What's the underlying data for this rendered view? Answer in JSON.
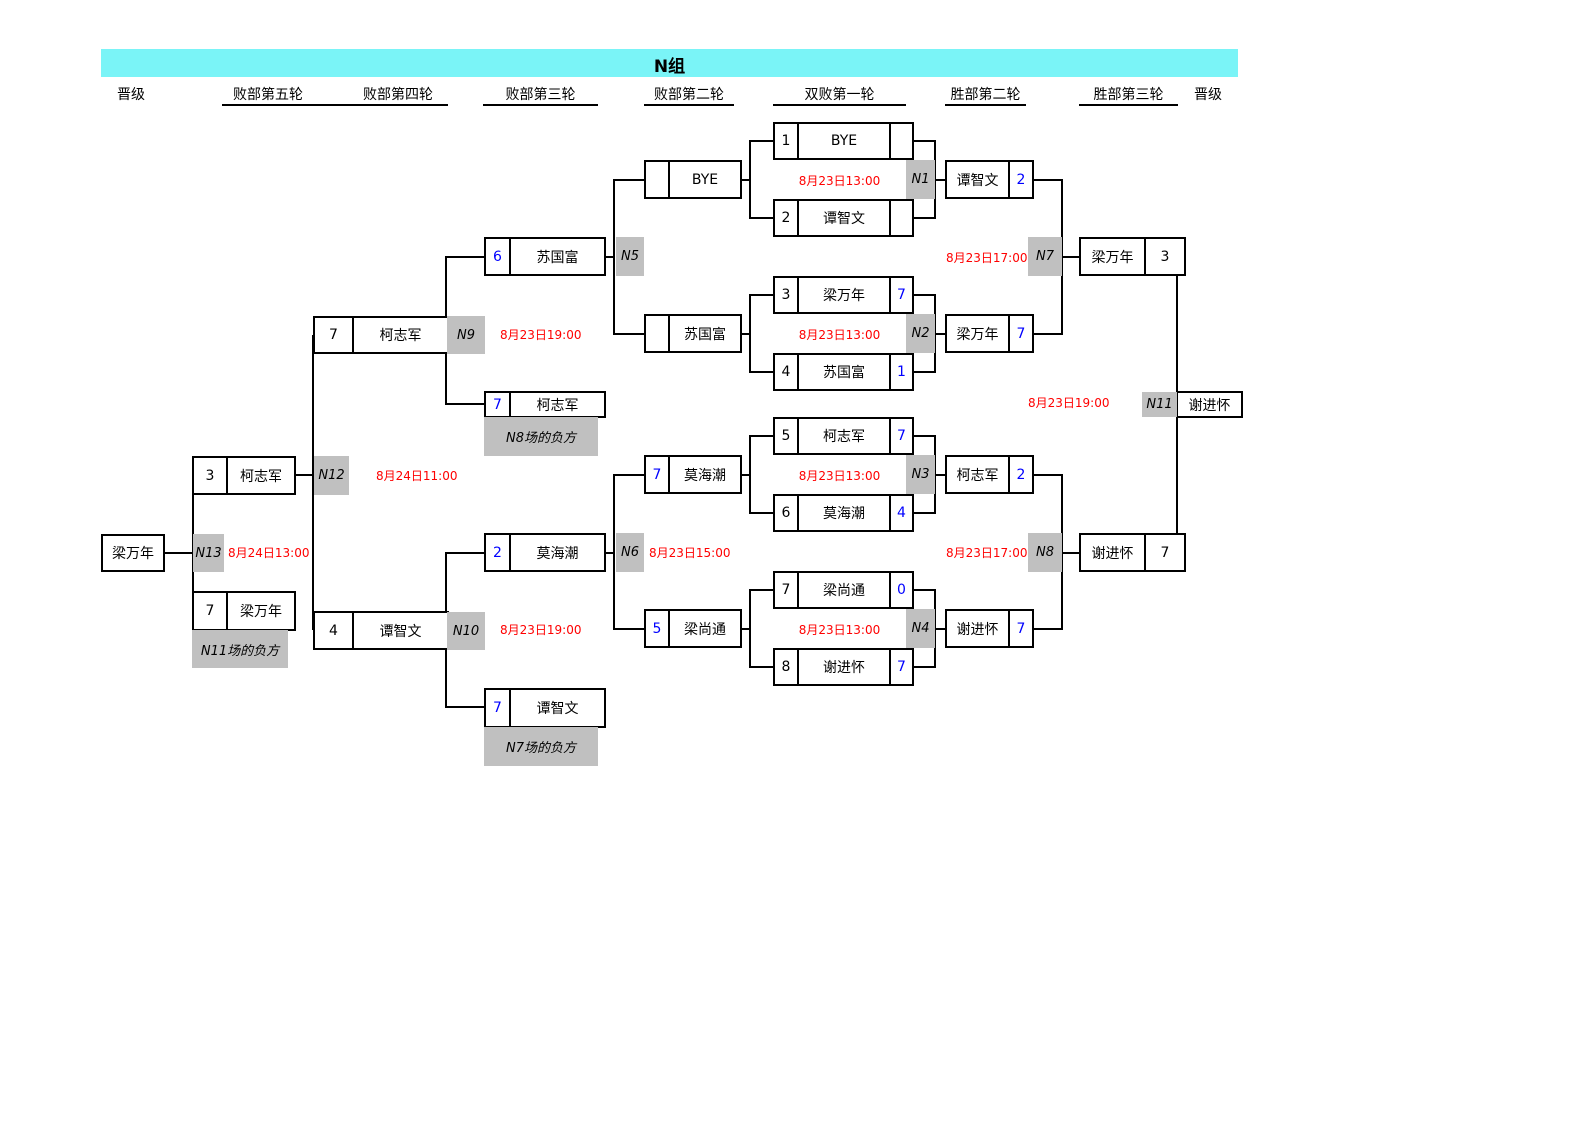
{
  "title": "N组",
  "headers": {
    "advance_left": "晋级",
    "l5": "败部第五轮",
    "l4": "败部第四轮",
    "l3": "败部第三轮",
    "l2": "败部第二轮",
    "d1": "双败第一轮",
    "w2": "胜部第二轮",
    "w3": "胜部第三轮",
    "advance_right": "晋级"
  },
  "entries": {
    "d1_1": {
      "seed": "1",
      "name": "BYE",
      "score": ""
    },
    "d1_2": {
      "seed": "2",
      "name": "谭智文",
      "score": ""
    },
    "d1_3": {
      "seed": "3",
      "name": "梁万年",
      "score": "7"
    },
    "d1_4": {
      "seed": "4",
      "name": "苏国富",
      "score": "1"
    },
    "d1_5": {
      "seed": "5",
      "name": "柯志军",
      "score": "7"
    },
    "d1_6": {
      "seed": "6",
      "name": "莫海潮",
      "score": "4"
    },
    "d1_7": {
      "seed": "7",
      "name": "梁尚通",
      "score": "0"
    },
    "d1_8": {
      "seed": "8",
      "name": "谢进怀",
      "score": "7"
    },
    "w2_1": {
      "name": "谭智文",
      "score": "2"
    },
    "w2_2": {
      "name": "梁万年",
      "score": "7"
    },
    "w2_3": {
      "name": "柯志军",
      "score": "2"
    },
    "w2_4": {
      "name": "谢进怀",
      "score": "7"
    },
    "w3_1": {
      "name": "梁万年",
      "score": "3"
    },
    "w3_2": {
      "name": "谢进怀",
      "score": "7"
    },
    "w_adv": {
      "name": "谢进怀"
    },
    "l2_1": {
      "seed": "",
      "name": "BYE"
    },
    "l2_2": {
      "seed": "",
      "name": "苏国富"
    },
    "l2_3": {
      "seed": "7",
      "name": "莫海潮"
    },
    "l2_4": {
      "seed": "5",
      "name": "梁尚通"
    },
    "l3_1": {
      "seed": "6",
      "name": "苏国富"
    },
    "l3_2": {
      "seed": "7",
      "name": "柯志军"
    },
    "l3_3": {
      "seed": "2",
      "name": "莫海潮"
    },
    "l3_4": {
      "seed": "7",
      "name": "谭智文"
    },
    "l4_1": {
      "seed": "7",
      "name": "柯志军"
    },
    "l4_2": {
      "seed": "4",
      "name": "谭智文"
    },
    "l5_1": {
      "seed": "3",
      "name": "柯志军"
    },
    "l5_2": {
      "seed": "7",
      "name": "梁万年"
    },
    "l_adv": {
      "name": "梁万年"
    }
  },
  "notes": {
    "n8_loser": "N8场的负方",
    "n7_loser": "N7场的负方",
    "n11_loser": "N11场的负方"
  },
  "matches": {
    "N1": {
      "label": "N1",
      "time": "8月23日13:00"
    },
    "N2": {
      "label": "N2",
      "time": "8月23日13:00"
    },
    "N3": {
      "label": "N3",
      "time": "8月23日13:00"
    },
    "N4": {
      "label": "N4",
      "time": "8月23日13:00"
    },
    "N5": {
      "label": "N5"
    },
    "N6": {
      "label": "N6",
      "time": "8月23日15:00"
    },
    "N7": {
      "label": "N7",
      "time": "8月23日17:00"
    },
    "N8": {
      "label": "N8",
      "time": "8月23日17:00"
    },
    "N9": {
      "label": "N9",
      "time": "8月23日19:00"
    },
    "N10": {
      "label": "N10",
      "time": "8月23日19:00"
    },
    "N11": {
      "label": "N11",
      "time": "8月23日19:00"
    },
    "N12": {
      "label": "N12",
      "time": "8月24日11:00"
    },
    "N13": {
      "label": "N13",
      "time": "8月24日13:00"
    }
  }
}
